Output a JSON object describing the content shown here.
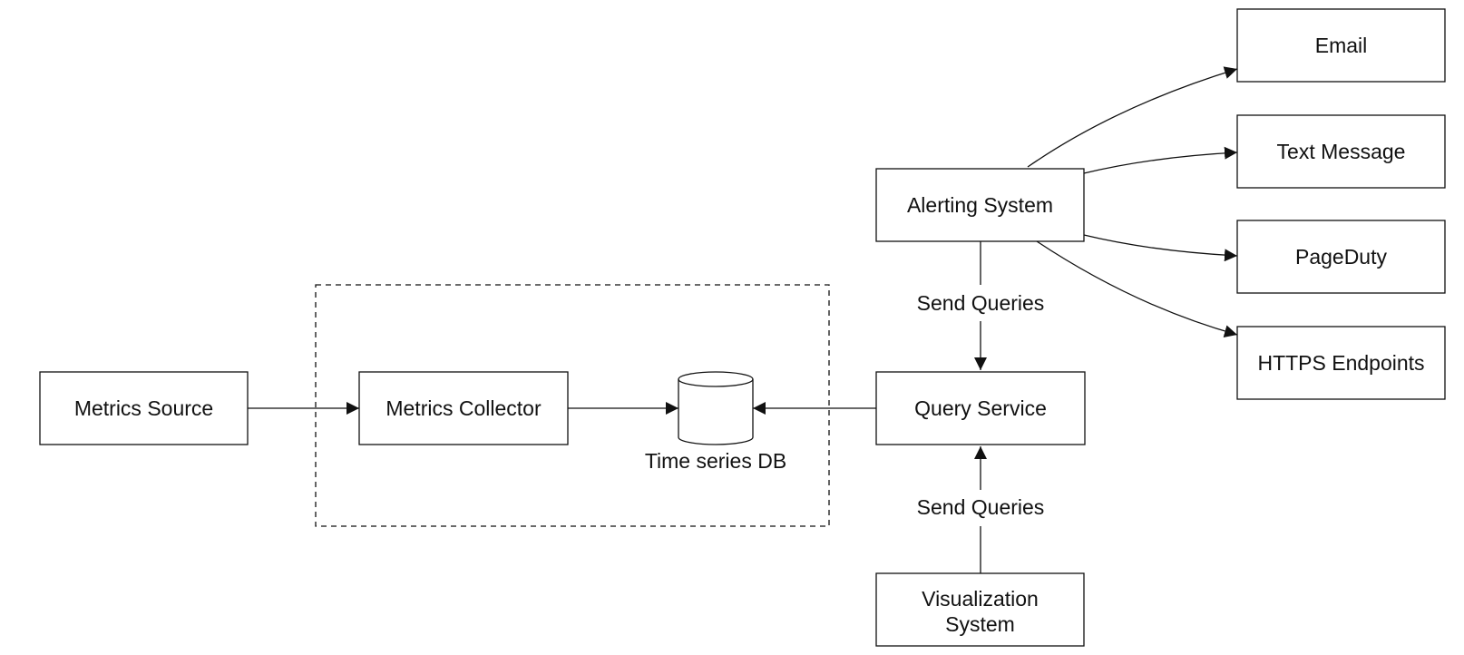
{
  "colors": {
    "stroke": "#111111",
    "background": "#ffffff"
  },
  "nodes": {
    "metrics_source": "Metrics Source",
    "metrics_collector": "Metrics Collector",
    "time_series_db": "Time series DB",
    "query_service": "Query Service",
    "alerting_system": "Alerting System",
    "visualization_line1": "Visualization",
    "visualization_line2": "System",
    "email": "Email",
    "text_message": "Text Message",
    "pageduty": "PageDuty",
    "https_endpoints": "HTTPS Endpoints"
  },
  "edges": {
    "alerting_to_query": "Send Queries",
    "visualization_to_query": "Send Queries"
  },
  "diagram": {
    "group_style": "dashed",
    "db_shape": "cylinder"
  }
}
